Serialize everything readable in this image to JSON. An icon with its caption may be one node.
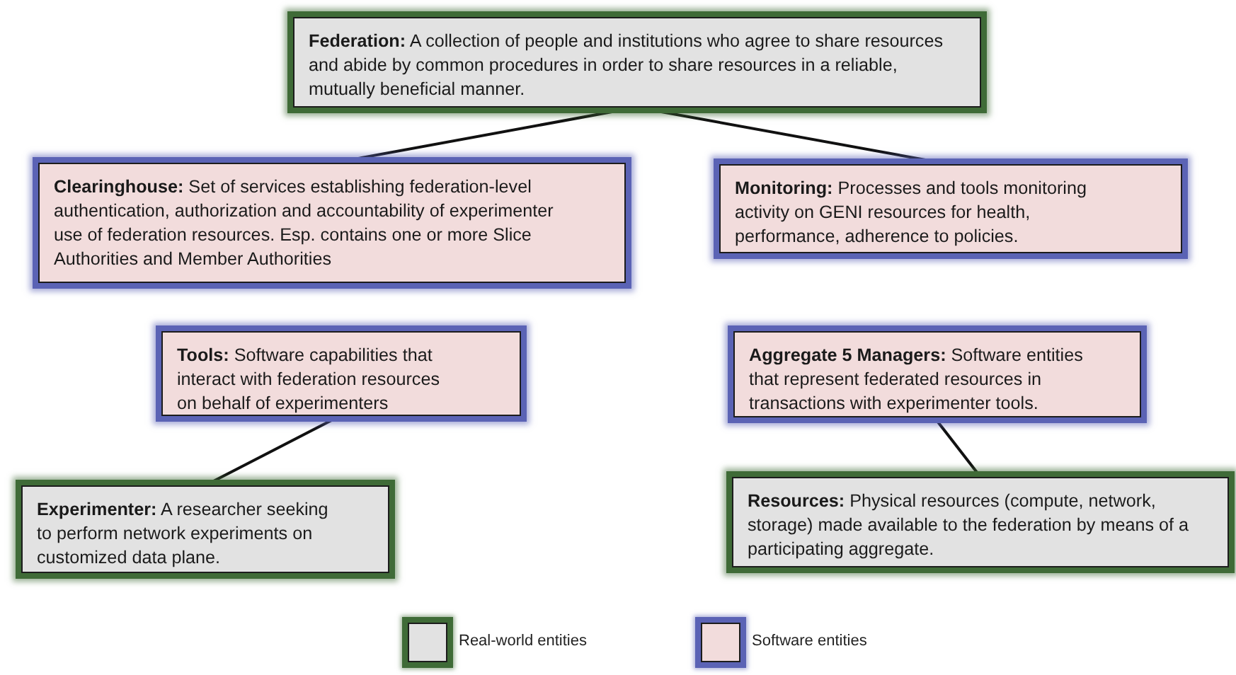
{
  "diagram": {
    "nodes": [
      {
        "text": [
          "**Federation:** A collection of people and institutions who agree to share resources and abide by common procedures in order to share resources in a reliable, mutually beneficial manner."
        ]
      },
      {
        "text": [
          "**Clearinghouse:** Set of services establishing federation-level authentication, authorization and accountability of experimenter use of federation resources. Esp. contains one or more Slice Authorities and Member Authorities"
        ]
      },
      {
        "text": [
          "**Monitoring:** Processes and tools monitoring activity on GENI resources for health, performance, adherence to policies."
        ]
      },
      {
        "text": [
          "**Tools:** Software capabilities that interact with federation resources on behalf of experimenters"
        ]
      },
      {
        "text": [
          "**Aggregate 5 Managers:** Software entities that represent federated resources in transactions with experimenter tools."
        ]
      },
      {
        "text": [
          "**Experimenter:** A researcher seeking to perform network experiments on customized data plane."
        ]
      },
      {
        "text": [
          "**Resources:** Physical resources (compute, network, storage) made available to the federation by means of a participating aggregate."
        ]
      }
    ],
    "edges": [
      {
        "from": 0,
        "to": 1,
        "arrow": "none"
      },
      {
        "from": 0,
        "to": 2,
        "arrow": "none"
      },
      {
        "from": 3,
        "to": 5,
        "arrow": "none"
      },
      {
        "from": 4,
        "to": 6,
        "arrow": "none"
      }
    ],
    "legend": [
      {
        "text": "Real-world entities",
        "color": "#e2e2e2"
      },
      {
        "text": "Software entities",
        "color": "#f2dcdc"
      }
    ]
  }
}
